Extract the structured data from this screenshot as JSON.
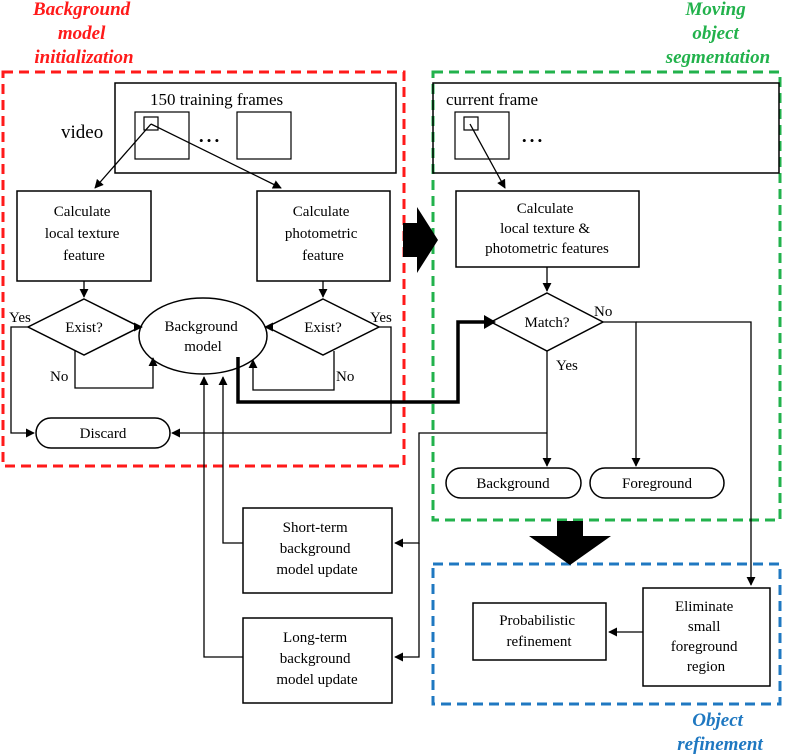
{
  "colors": {
    "init": "#ff1a1a",
    "segmentation": "#22b24c",
    "refinement": "#1f78c1",
    "line": "#000000"
  },
  "sections": {
    "init_title": [
      "Background",
      "model",
      "initialization"
    ],
    "seg_title": [
      "Moving",
      "object",
      "segmentation"
    ],
    "refine_title": [
      "Object",
      "refinement"
    ]
  },
  "video": {
    "training_label": "150 training frames",
    "video_label": "video",
    "dots": "• • •",
    "current_label": "current frame",
    "current_dots": "• • •"
  },
  "boxes": {
    "calc_texture": [
      "Calculate",
      "local texture",
      "feature"
    ],
    "calc_photo": [
      "Calculate",
      "photometric",
      "feature"
    ],
    "calc_both": [
      "Calculate",
      "local texture &",
      "photometric features"
    ],
    "short_term": [
      "Short-term",
      "background",
      "model update"
    ],
    "long_term": [
      "Long-term",
      "background",
      "model update"
    ],
    "probabilistic": [
      "Probabilistic",
      "refinement"
    ],
    "eliminate": [
      "Eliminate",
      "small",
      "foreground",
      "region"
    ]
  },
  "decisions": {
    "exist_left": "Exist?",
    "exist_right": "Exist?",
    "match": "Match?"
  },
  "terminals": {
    "background_model": [
      "Background",
      "model"
    ],
    "discard": "Discard",
    "background": "Background",
    "foreground": "Foreground"
  },
  "edge_labels": {
    "yes_left": "Yes",
    "no_left": "No",
    "yes_right": "Yes",
    "no_right": "No",
    "match_no": "No",
    "match_yes": "Yes"
  }
}
